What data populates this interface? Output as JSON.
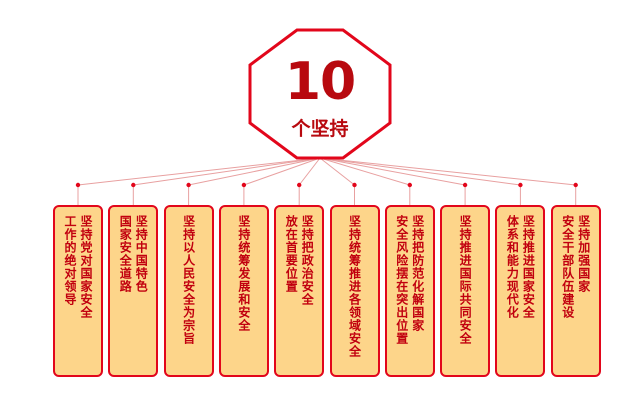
{
  "hub": {
    "number": "10",
    "label": "个坚持"
  },
  "colors": {
    "accent": "#e2061b",
    "text": "#c1000f",
    "card_fill": "#fdd58a",
    "connector": "#e8a0a0"
  },
  "cards": [
    {
      "lines": [
        "坚持党对国家安全",
        "工作的绝对领导"
      ]
    },
    {
      "lines": [
        "坚持中国特色",
        "国家安全道路"
      ]
    },
    {
      "lines": [
        "坚持以人民安全为宗旨"
      ]
    },
    {
      "lines": [
        "坚持统筹发展和安全"
      ]
    },
    {
      "lines": [
        "坚持把政治安全",
        "放在首要位置"
      ]
    },
    {
      "lines": [
        "坚持统筹推进各领域安全"
      ]
    },
    {
      "lines": [
        "坚持把防范化解国家",
        "安全风险摆在突出位置"
      ]
    },
    {
      "lines": [
        "坚持推进国际共同安全"
      ]
    },
    {
      "lines": [
        "坚持推进国家安全",
        "体系和能力现代化"
      ]
    },
    {
      "lines": [
        "坚持加强国家",
        "安全干部队伍建设"
      ]
    }
  ]
}
